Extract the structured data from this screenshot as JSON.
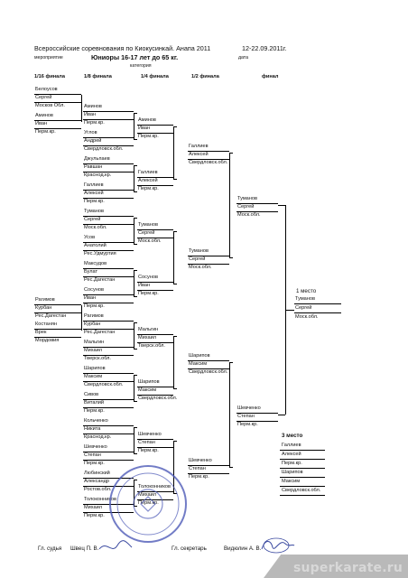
{
  "header": {
    "title": "Всероссийские соревнования по Киокусинкай. Анапа 2011",
    "dates": "12-22.09.2011г.",
    "event_label": "мероприятие",
    "category": "Юниоры 16-17 лет до 65 кг.",
    "category_label": "категория",
    "date_label": "дата"
  },
  "rounds": [
    "1/16 финала",
    "1/8 финала",
    "1/4 финала",
    "1/2 финала",
    "финал"
  ],
  "r16": [
    {
      "name": "Белоусов",
      "first": "Сергей",
      "region": "Москов Обл."
    },
    {
      "name": "Аминов",
      "first": "Иван",
      "region": "Перм.кр."
    },
    {
      "name": "Рагимов",
      "first": "Курбан",
      "region": "Рес.Дагестан"
    },
    {
      "name": "Костанян",
      "first": "Врек",
      "region": "Мордовия"
    }
  ],
  "r8": [
    {
      "name": "Аминов",
      "first": "Иван",
      "region": "Перм.кр."
    },
    {
      "name": "Углов",
      "first": "Андрей",
      "region": "Свердловск.обл."
    },
    {
      "name": "Джульпаев",
      "first": "Равшан",
      "region": "Краснод.кр."
    },
    {
      "name": "Галлиев",
      "first": "Алексей",
      "region": "Перм.кр."
    },
    {
      "name": "Туманов",
      "first": "Сергей",
      "region": "Моск.обл."
    },
    {
      "name": "Усов",
      "first": "Анатолий",
      "region": "Рес.Удмуртия"
    },
    {
      "name": "Максудов",
      "first": "Булат",
      "region": "Рес.Дагестан"
    },
    {
      "name": "Сосунов",
      "first": "Иван",
      "region": "Перм.кр."
    },
    {
      "name": "Рагимов",
      "first": "Курбан",
      "region": "Рес.Дагестан"
    },
    {
      "name": "Мальгин",
      "first": "Михаил",
      "region": "Тверск.обл."
    },
    {
      "name": "Шарипов",
      "first": "Максим",
      "region": "Свердловск.обл."
    },
    {
      "name": "Сивов",
      "first": "Виталий",
      "region": "Перм.кр."
    },
    {
      "name": "Кольченко",
      "first": "Никита",
      "region": "Краснод.кр."
    },
    {
      "name": "Шевченко",
      "first": "Степан",
      "region": "Перм.кр."
    },
    {
      "name": "Любинский",
      "first": "Александр",
      "region": "Ростов.обл."
    },
    {
      "name": "Толоконников",
      "first": "Михаил",
      "region": "Перм.кр."
    }
  ],
  "r4": [
    {
      "name": "Аминов",
      "first": "Иван",
      "region": "Перм.кр."
    },
    {
      "name": "Галлиев",
      "first": "Алексей",
      "region": "Перм.кр."
    },
    {
      "name": "Туманов",
      "first": "Сергей",
      "region": "Моск.обл."
    },
    {
      "name": "Сосунов",
      "first": "Иван",
      "region": "Перм.кр."
    },
    {
      "name": "Мальгин",
      "first": "Михаил",
      "region": "Тверск.обл."
    },
    {
      "name": "Шарипов",
      "first": "Максим",
      "region": "Свердловск.обл."
    },
    {
      "name": "Шевченко",
      "first": "Степан",
      "region": "Перм.кр."
    },
    {
      "name": "Толоконников",
      "first": "Михаил",
      "region": "Перм.кр."
    }
  ],
  "r2": [
    {
      "name": "Галлиев",
      "first": "Алексей",
      "region": "Свердловск.обл."
    },
    {
      "name": "Туманов",
      "first": "Сергей",
      "region": "Моск.обл."
    },
    {
      "name": "Шарипов",
      "first": "Максим",
      "region": "Свердловск.обл."
    },
    {
      "name": "Шевченко",
      "first": "Степан",
      "region": "Перм.кр."
    }
  ],
  "final": [
    {
      "name": "Туманов",
      "first": "Сергей",
      "region": "Моск.обл."
    },
    {
      "name": "Шевченко",
      "first": "Степан",
      "region": "Перм.кр."
    }
  ],
  "first_place": {
    "label": "1 место",
    "name": "Туманов",
    "first": "Сергей",
    "region": "Моск.обл."
  },
  "third_place": {
    "label": "3 место",
    "p1": {
      "name": "Галлиев",
      "first": "Алексей",
      "region": "Перм.кр."
    },
    "p2": {
      "name": "Шарипов",
      "first": "Максим",
      "region": "Свердловск.обл."
    }
  },
  "footer": {
    "judge_label": "Гл. судья",
    "judge_name": "Швец П. В.",
    "secretary_label": "Гл. секретарь",
    "secretary_name": "Видюлин А. В."
  },
  "watermark": "superkarate.ru"
}
